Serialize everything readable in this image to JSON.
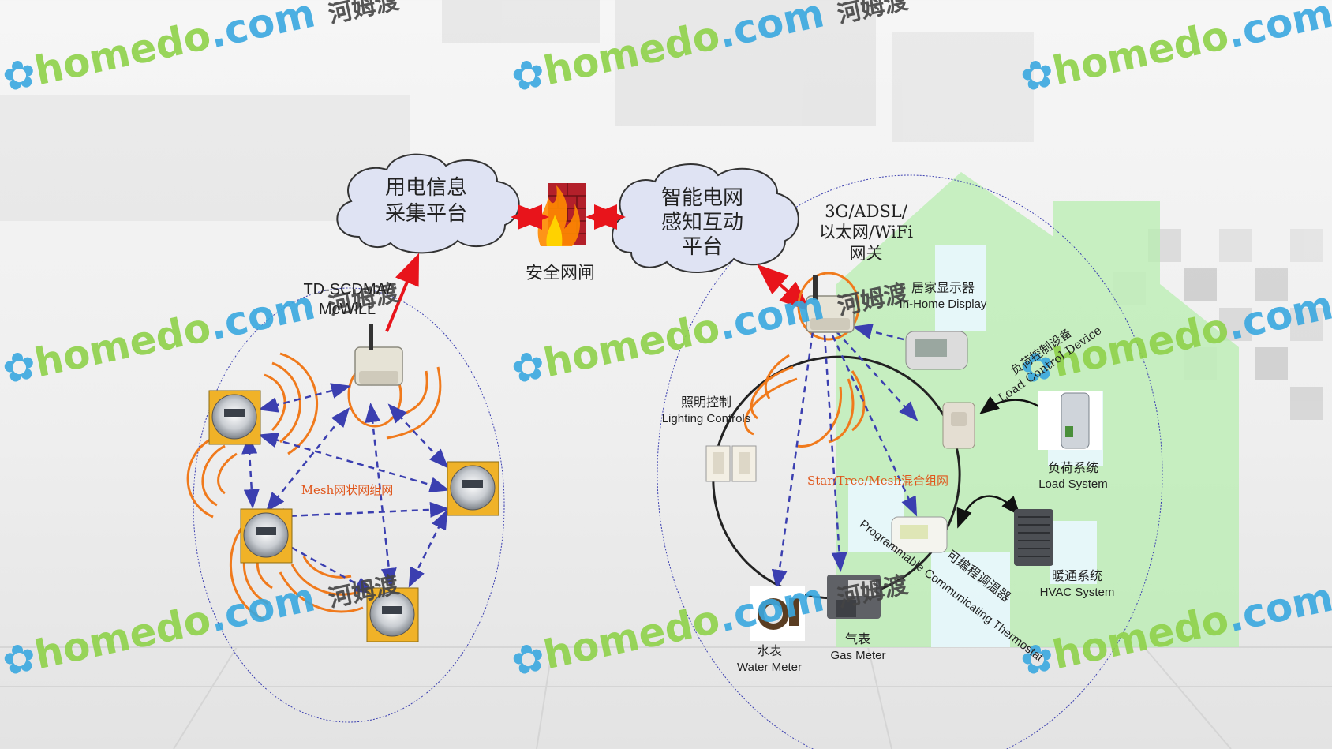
{
  "clouds": {
    "collection": "用电信息\n采集平台",
    "interaction": "智能电网\n感知互动\n平台"
  },
  "labels": {
    "firewall": "安全网闸",
    "td_scdma": "TD-SCDMA/\nMcWiLL",
    "gateway": "3G/ADSL/\n以太网/WiFi\n网关",
    "mesh": "Mesh网状网组网",
    "star_tree": "Star/Tree/Mesh混合组网",
    "display_zh": "居家显示器",
    "display_en": "In-Home Display",
    "load_ctrl": "负荷控制设备\nLoad Control Device",
    "lighting_zh": "照明控制",
    "lighting_en": "Lighting Controls",
    "load_sys_zh": "负荷系统",
    "load_sys_en": "Load System",
    "hvac_zh": "暖通系统",
    "hvac_en": "HVAC System",
    "thermostat_zh": "可编程调温器",
    "thermostat_en": "Programmable Communicating Thermostat",
    "water_zh": "水表",
    "water_en": "Water Meter",
    "gas_zh": "气表",
    "gas_en": "Gas Meter"
  },
  "watermark": {
    "site": "homedo",
    "dot": ".com",
    "brand": "河姆渡"
  },
  "colors": {
    "arrow_red": "#e8141b",
    "arrow_blue": "#3b3fb0",
    "wave_orange": "#f07a1c",
    "cloud_fill": "#dfe3f3",
    "house_green": "#b8eeb0",
    "watermark_green": "#8fd24a",
    "watermark_blue": "#3aa8e0"
  }
}
